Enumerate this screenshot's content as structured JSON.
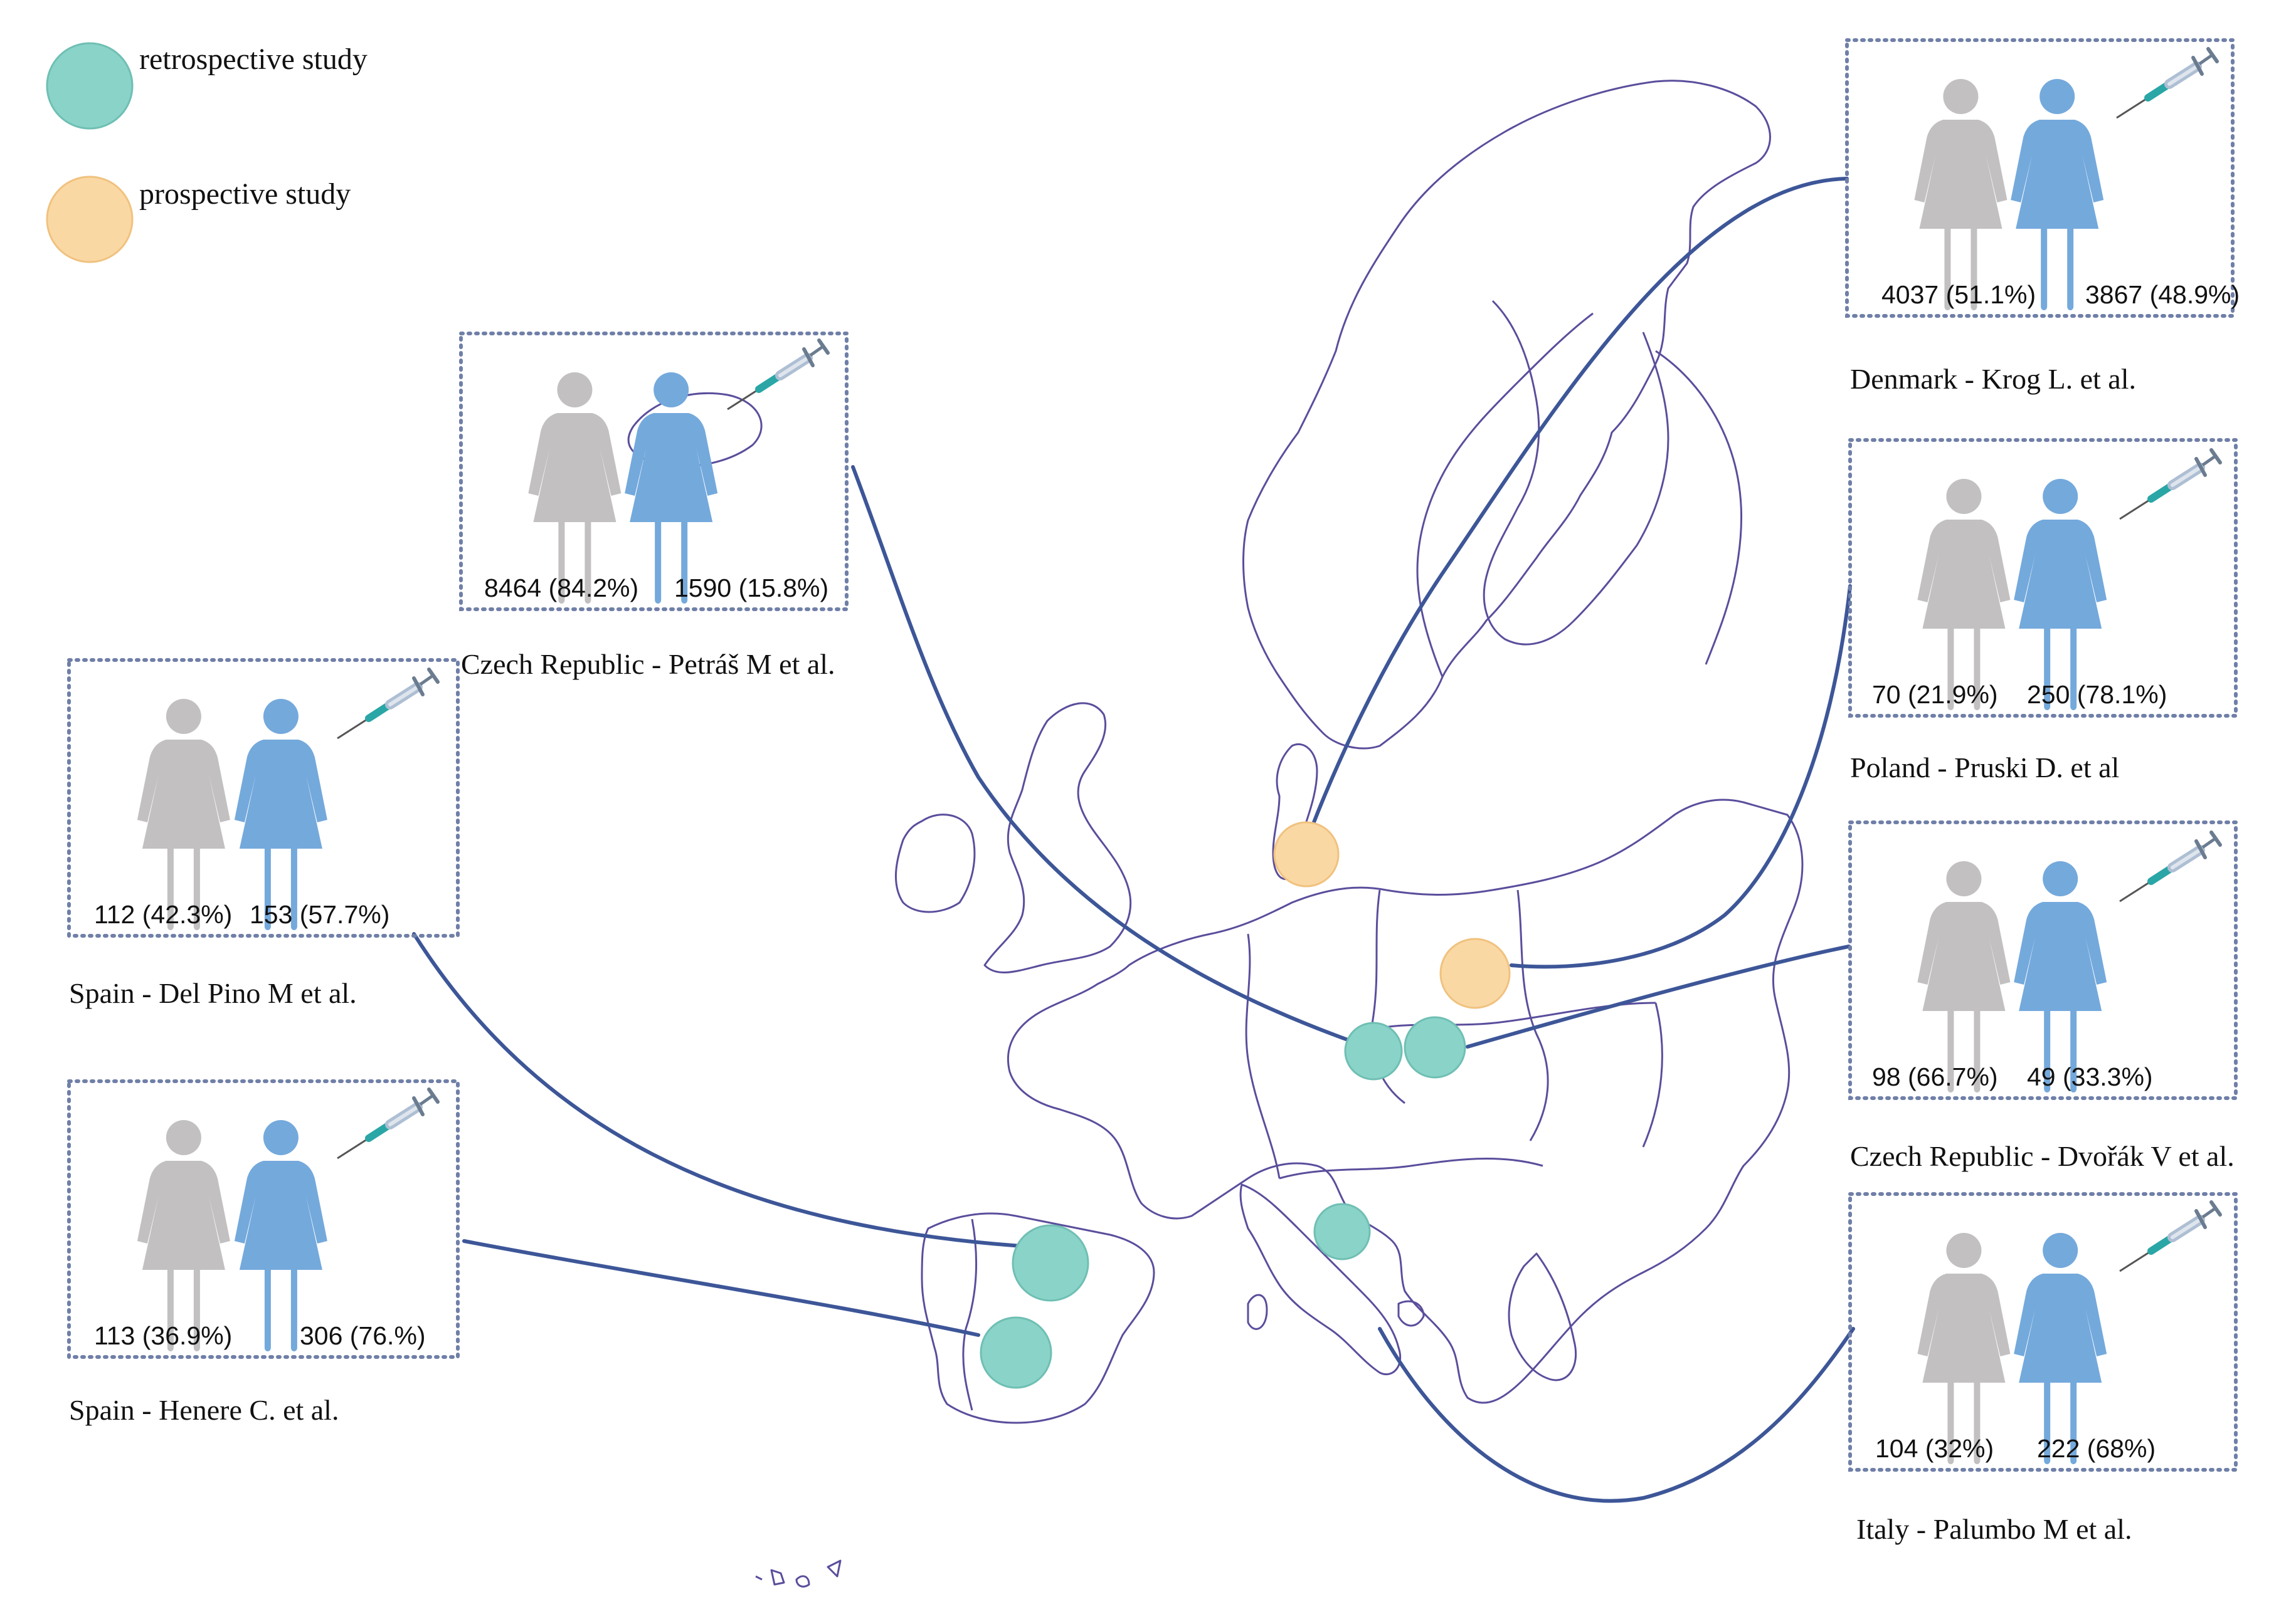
{
  "legend": {
    "retrospective": {
      "label": "retrospective study",
      "color": "#8ad3c9",
      "stroke": "#6fbfb3"
    },
    "prospective": {
      "label": "prospective study",
      "color": "#fad8a4",
      "stroke": "#f0c27f"
    }
  },
  "colors": {
    "unvaccinated": "#c2c0c1",
    "vaccinated": "#74a9dc",
    "connector": "#3d5698",
    "map": "#5a4e9c"
  },
  "icons": {
    "woman": "woman-figure-icon",
    "syringe": "syringe-icon"
  },
  "studies": [
    {
      "id": "denmark-krog",
      "caption": "Denmark - Krog L. et al.",
      "unvaccinated": "4037 (51.1%)",
      "vaccinated": "3867 (48.9%)",
      "study_type": "prospective"
    },
    {
      "id": "czech-petras",
      "caption": "Czech Republic - Petráš M et al.",
      "unvaccinated": "8464 (84.2%)",
      "vaccinated": "1590 (15.8%)",
      "study_type": "retrospective"
    },
    {
      "id": "spain-delpino",
      "caption": "Spain - Del Pino M et al.",
      "unvaccinated": "112 (42.3%)",
      "vaccinated": "153 (57.7%)",
      "study_type": "retrospective"
    },
    {
      "id": "spain-henere",
      "caption": "Spain - Henere C. et al.",
      "unvaccinated": "113 (36.9%)",
      "vaccinated": "306 (76.%)",
      "study_type": "retrospective"
    },
    {
      "id": "poland-pruski",
      "caption": "Poland - Pruski D. et al",
      "unvaccinated": "70 (21.9%)",
      "vaccinated": "250 (78.1%)",
      "study_type": "prospective"
    },
    {
      "id": "czech-dvorak",
      "caption": "Czech Republic - Dvořák V et al.",
      "unvaccinated": "98 (66.7%)",
      "vaccinated": "49 (33.3%)",
      "study_type": "retrospective"
    },
    {
      "id": "italy-palumbo",
      "caption": "Italy - Palumbo M et al.",
      "unvaccinated": "104 (32%)",
      "vaccinated": "222 (68%)",
      "study_type": "retrospective"
    }
  ]
}
